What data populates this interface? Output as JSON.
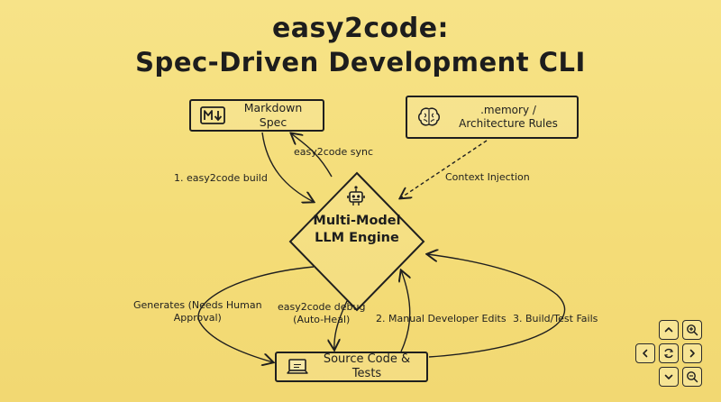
{
  "title": {
    "line1": "easy2code:",
    "line2": "Spec-Driven Development CLI"
  },
  "nodes": {
    "markdown": {
      "label": "Markdown Spec",
      "icon": "markdown-icon"
    },
    "memory": {
      "label": ".memory / Architecture Rules",
      "icon": "brain-icon"
    },
    "engine": {
      "label_line1": "Multi-Model",
      "label_line2": "LLM Engine",
      "icon": "robot-icon"
    },
    "source": {
      "label": "Source Code & Tests",
      "icon": "laptop-icon"
    }
  },
  "edges": {
    "sync": "easy2code sync",
    "build": "1. easy2code build",
    "context": "Context Injection",
    "generates_line1": "Generates (Needs Human",
    "generates_line2": "Approval)",
    "debug_line1": "easy2code debug",
    "debug_line2": "(Auto-Heal)",
    "manual": "2. Manual Developer Edits",
    "buildfail": "3. Build/Test Fails"
  },
  "controls": {
    "up": "chevron-up-icon",
    "zoom_in": "zoom-in-icon",
    "left": "chevron-left-icon",
    "reset": "refresh-icon",
    "right": "chevron-right-icon",
    "down": "chevron-down-icon",
    "zoom_out": "zoom-out-icon"
  },
  "colors": {
    "background": "#f5df7e",
    "ink": "#1f1f1f"
  }
}
